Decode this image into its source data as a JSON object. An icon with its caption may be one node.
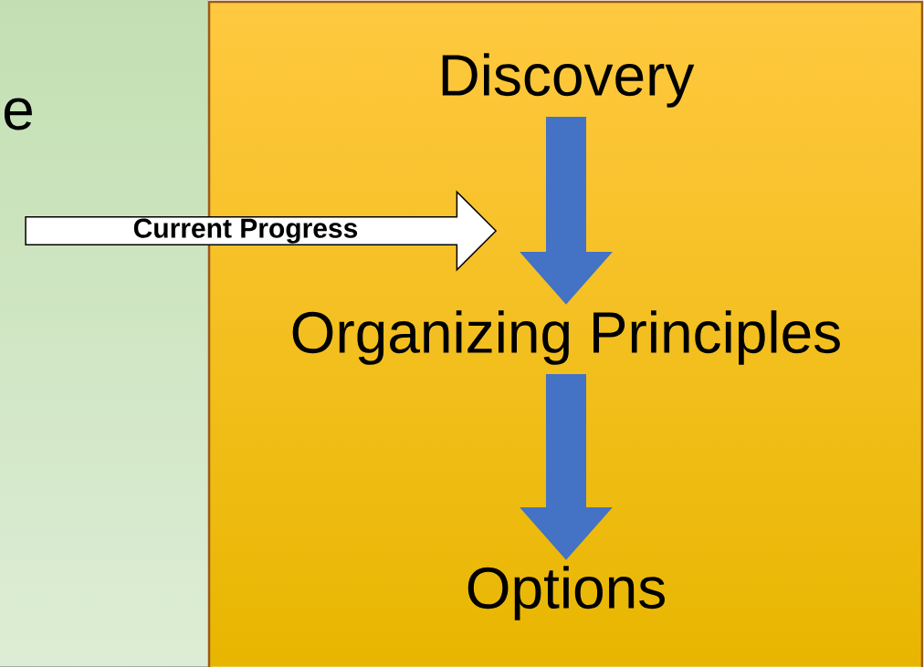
{
  "diagram": {
    "nodes": [
      {
        "text": [
          "Discovery"
        ]
      },
      {
        "text": [
          "Organizing Principles"
        ]
      },
      {
        "text": [
          "Options"
        ]
      },
      {
        "text": [
          "Current Progress"
        ]
      }
    ],
    "edges": [
      {
        "from": 0,
        "to": 1,
        "arrow": "to"
      },
      {
        "from": 1,
        "to": 2,
        "arrow": "to"
      }
    ],
    "labels": [
      "e"
    ]
  }
}
